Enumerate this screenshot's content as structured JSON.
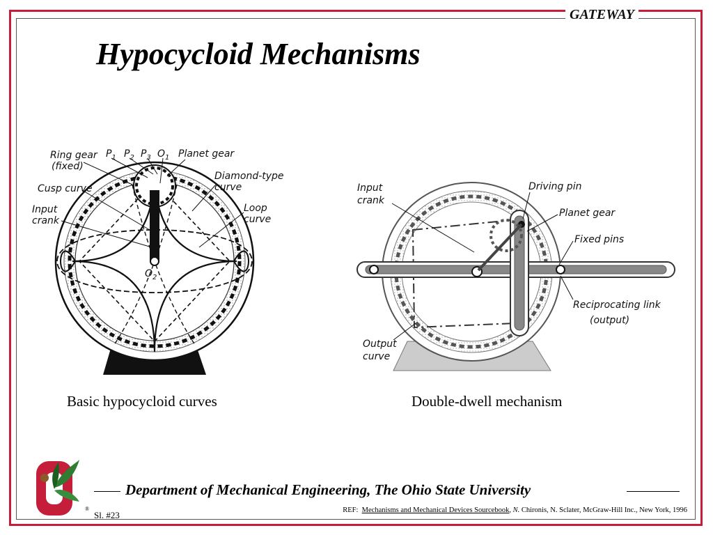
{
  "header": {
    "brand": "GATEWAY"
  },
  "slide": {
    "title": "Hypocycloid Mechanisms"
  },
  "figures": {
    "left": {
      "caption": "Basic hypocycloid curves",
      "labels": {
        "ring_gear": "Ring gear",
        "fixed": "(fixed)",
        "p1": "P",
        "p1_sub": "1",
        "p2": "P",
        "p2_sub": "2",
        "p3": "P",
        "p3_sub": "3",
        "o1": "O",
        "o1_sub": "1",
        "planet_gear": "Planet gear",
        "diamond_1": "Diamond-type",
        "diamond_2": "curve",
        "cusp_curve": "Cusp curve",
        "loop_1": "Loop",
        "loop_2": "curve",
        "input_1": "Input",
        "input_2": "crank",
        "o2": "O",
        "o2_sub": "2"
      }
    },
    "right": {
      "caption": "Double-dwell mechanism",
      "labels": {
        "input_1": "Input",
        "input_2": "crank",
        "driving_pin": "Driving pin",
        "planet_gear": "Planet gear",
        "fixed_pins": "Fixed pins",
        "recip_1": "Reciprocating link",
        "recip_2": "(output)",
        "output_1": "Output",
        "output_2": "curve"
      }
    }
  },
  "footer": {
    "department": "Department of Mechanical Engineering, The Ohio State University",
    "slide_number": "Sl. #23",
    "ref_prefix": "REF:",
    "ref_title": "Mechanisms and Mechanical Devices Sourcebook",
    "ref_author_initial": "N.",
    "ref_rest": "Chironis, N. Sclater, McGraw-Hill Inc., New York, 1996",
    "registered": "®"
  },
  "colors": {
    "accent": "#c41e3a",
    "text": "#000000"
  },
  "icons": {
    "logo": "block-o-buckeye-leaf-icon"
  }
}
